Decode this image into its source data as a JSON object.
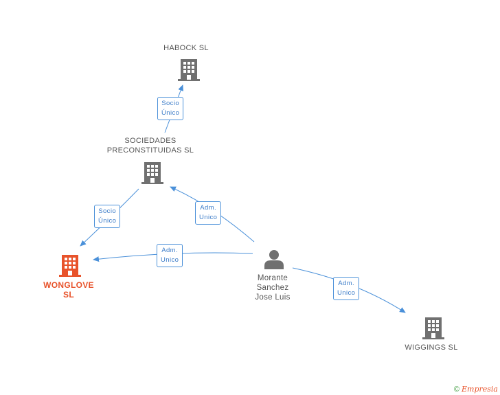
{
  "nodes": {
    "habock": {
      "label": "HABOCK  SL",
      "icon": "building-icon",
      "color": "#707070"
    },
    "sociedades": {
      "label": "SOCIEDADES\nPRECONSTITUIDAS SL",
      "icon": "building-icon",
      "color": "#707070"
    },
    "wonglove": {
      "label": "WONGLOVE\nSL",
      "icon": "building-icon",
      "color": "#e8532b"
    },
    "wiggings": {
      "label": "WIGGINGS  SL",
      "icon": "building-icon",
      "color": "#707070"
    },
    "person": {
      "label": "Morante\nSanchez\nJose Luis",
      "icon": "person-icon",
      "color": "#707070"
    }
  },
  "edges": {
    "sociedades_habock": "Socio\nÚnico",
    "sociedades_wonglove": "Socio\nÚnico",
    "person_sociedades": "Adm.\nUnico",
    "person_wonglove": "Adm.\nUnico",
    "person_wiggings": "Adm.\nUnico"
  },
  "colors": {
    "edge": "#4a90d9"
  },
  "footer": {
    "copyright": "©",
    "brand": "Empresia"
  }
}
